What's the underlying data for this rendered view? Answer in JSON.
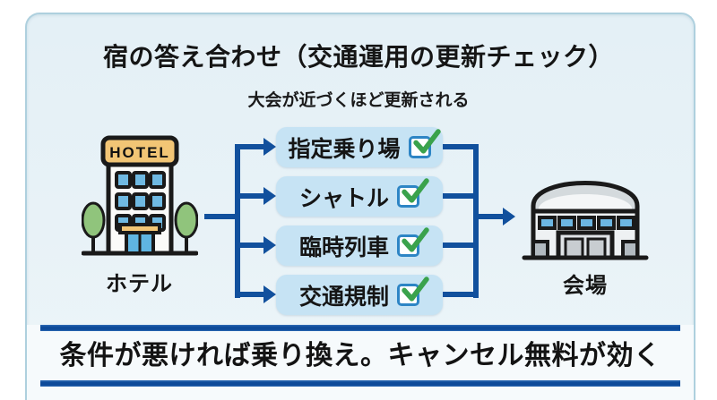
{
  "header": {
    "title": "宿の答え合わせ（交通運用の更新チェック）",
    "subtitle": "大会が近づくほど更新される"
  },
  "diagram": {
    "hotel_label": "ホテル",
    "hotel_sign": "HOTEL",
    "venue_label": "会場",
    "items": [
      {
        "label": "指定乗り場",
        "checked": true
      },
      {
        "label": "シャトル",
        "checked": true
      },
      {
        "label": "臨時列車",
        "checked": true
      },
      {
        "label": "交通規制",
        "checked": true
      }
    ]
  },
  "footer": {
    "note": "条件が悪ければ乗り換え。キャンセル無料が効く"
  },
  "colors": {
    "accent_blue": "#11509d",
    "pill_bg": "#c6e3f4",
    "card_bg": "#e8f2f7",
    "card_border": "#aed0de",
    "check_green": "#3aa24c",
    "checkbox_border": "#2d85c5",
    "hotel_sign_yellow": "#f2c575",
    "window_blue": "#6fb9e2",
    "tree_green": "#90c47c",
    "band_bg": "#f6fafc"
  },
  "icons": {
    "hotel": "hotel-icon",
    "venue": "venue-icon",
    "check": "checkmark-icon",
    "arrow": "arrow-right-icon"
  }
}
